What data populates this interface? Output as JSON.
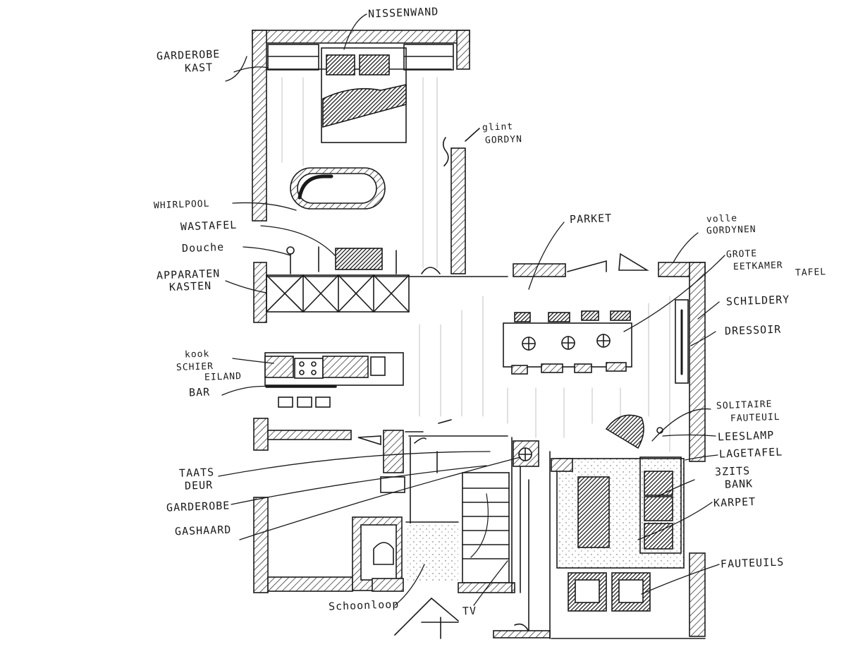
{
  "labels": {
    "nissenwand": "NISSENWAND",
    "garderobe_kast": [
      "GARDEROBE",
      "KAST"
    ],
    "gordyn": [
      "glint",
      "GORDYN"
    ],
    "whirlpool": "WHIRLPOOL",
    "wastafel": "WASTAFEL",
    "douche": "Douche",
    "apparaten_kast": [
      "APPARATEN",
      "KASTEN"
    ],
    "parket": "PARKET",
    "volle_gordynen": [
      "volle",
      "GORDYNEN"
    ],
    "grote_eettafel": [
      "GROTE",
      "EETKAMER",
      "TAFEL"
    ],
    "schildery": "SCHILDERY",
    "dressoir": "DRESSOIR",
    "kook_eiland": [
      "kook",
      "SCHIER",
      "EILAND"
    ],
    "bar": "BAR",
    "solitaire_fauteuil": [
      "SOLITAIRE",
      "FAUTEUIL"
    ],
    "leeslamp": "LEESLAMP",
    "lage_tafel": "LAGETAFEL",
    "driezits_bank": [
      "3ZITS",
      "BANK"
    ],
    "karpet": "KARPET",
    "taats_deur": [
      "TAATS",
      "DEUR"
    ],
    "garderobe": "GARDEROBE",
    "gashaard": "GASHAARD",
    "fauteuils": "FAUTEUILS",
    "schoonloop": "Schoonloop",
    "tv": "TV"
  }
}
